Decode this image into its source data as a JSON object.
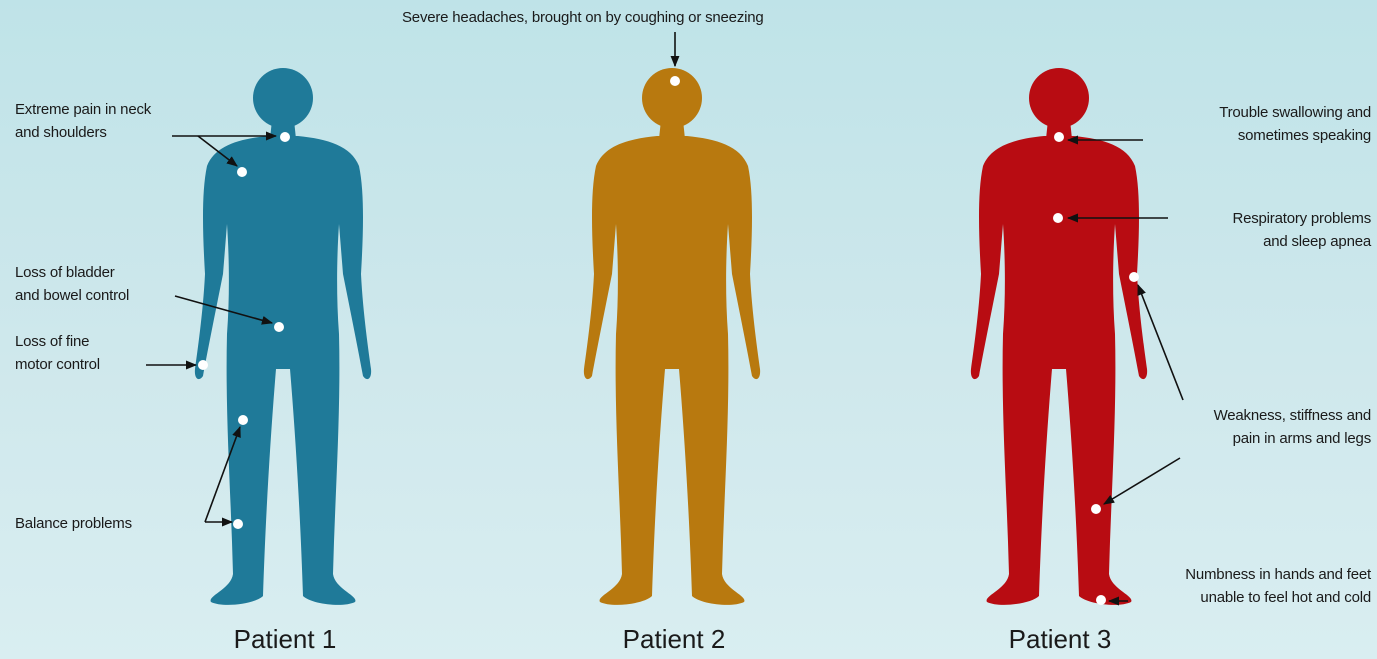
{
  "colors": {
    "background": "#c6e6ea",
    "patient_1": "#1f7a99",
    "patient_2": "#b8790f",
    "patient_3": "#b80c12",
    "marker": "#ffffff",
    "arrow": "#111111"
  },
  "patients": [
    {
      "name": "Patient 1",
      "annotations": [
        {
          "lines": [
            "Extreme pain in neck",
            "and shoulders"
          ]
        },
        {
          "lines": [
            "Loss of bladder",
            "and bowel control"
          ]
        },
        {
          "lines": [
            "Loss of fine",
            "motor control"
          ]
        },
        {
          "lines": [
            "Balance problems"
          ]
        }
      ]
    },
    {
      "name": "Patient 2",
      "annotations": [
        {
          "lines": [
            "Severe headaches, brought on by coughing or sneezing"
          ]
        }
      ]
    },
    {
      "name": "Patient 3",
      "annotations": [
        {
          "lines": [
            "Trouble swallowing and",
            "sometimes speaking"
          ]
        },
        {
          "lines": [
            "Respiratory problems",
            "and sleep apnea"
          ]
        },
        {
          "lines": [
            "Weakness, stiffness and",
            "pain in arms and legs"
          ]
        },
        {
          "lines": [
            "Numbness in hands and feet",
            "unable to feel hot and cold"
          ]
        }
      ]
    }
  ]
}
